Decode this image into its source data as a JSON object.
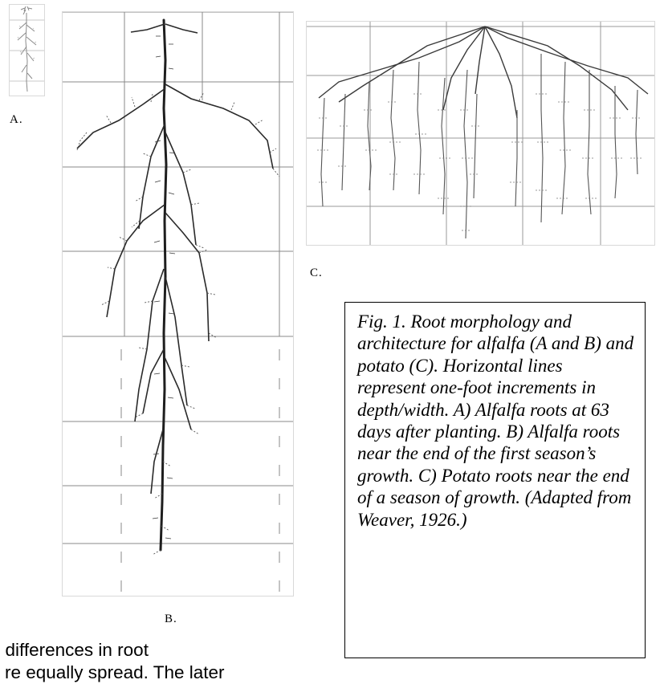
{
  "figure": {
    "panel_labels": {
      "a": "A.",
      "b": "B.",
      "c": "C."
    },
    "caption": "Fig. 1. Root morphology and architecture for alfalfa (A and B) and potato (C). Horizontal lines represent one-foot increments in depth/width. A) Alfalfa roots at 63 days after planting. B) Alfalfa roots near the end of the first season’s growth. C) Potato roots near the end of a season of growth. (Adapted from Weaver, 1926.)"
  },
  "body_text": {
    "line1": "om differences in root",
    "line2": "re equally spread. The later"
  }
}
